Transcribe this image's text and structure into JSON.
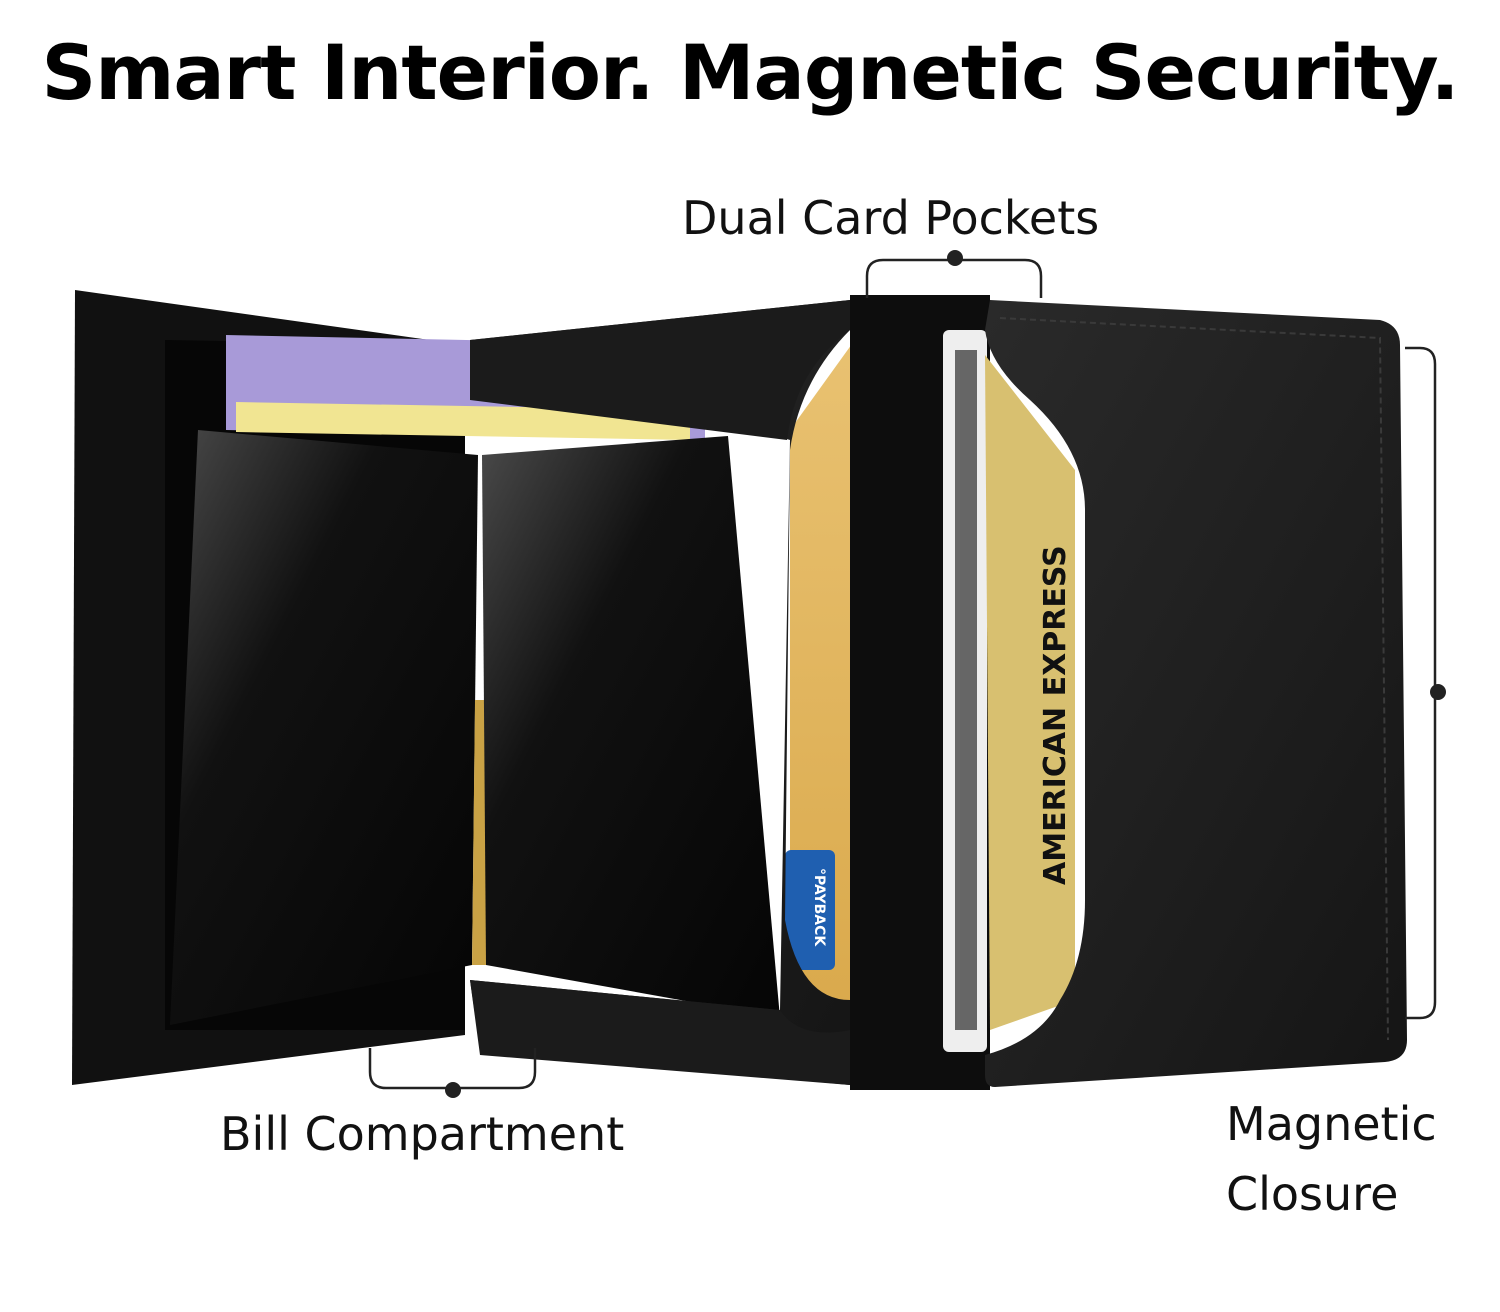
{
  "title": "Smart Interior. Magnetic Security.",
  "labels": {
    "dual_card_pockets": "Dual Card Pockets",
    "bill_compartment": "Bill Compartment",
    "magnetic_closure_line1": "Magnetic",
    "magnetic_closure_line2": "Closure"
  },
  "product_image": {
    "card_text_amex": "AMERICAN EXPRESS",
    "card_text_payback": "°PAYBACK"
  },
  "colors": {
    "leather": "#1a1a1a",
    "gold_card": "#e2b55a",
    "bill": "#a89ad8",
    "bracket": "#222222"
  }
}
